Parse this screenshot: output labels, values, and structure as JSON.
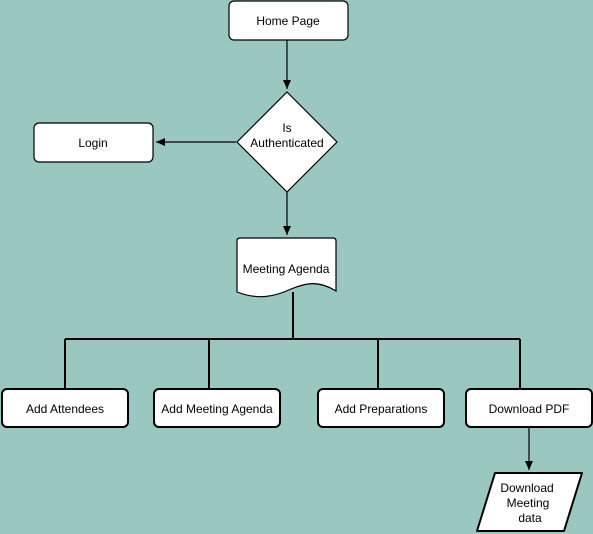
{
  "diagram": {
    "background_color": "#9ac7bf",
    "node_fill": "#ffffff",
    "stroke_color": "#000000",
    "nodes": {
      "home": {
        "label": "Home Page",
        "shape": "rounded-rectangle"
      },
      "auth": {
        "line1": "Is",
        "line2": "Authenticated",
        "shape": "diamond"
      },
      "login": {
        "label": "Login",
        "shape": "rounded-rectangle"
      },
      "agenda": {
        "label": "Meeting Agenda",
        "shape": "document"
      },
      "attendees": {
        "label": "Add Attendees",
        "shape": "rounded-rectangle"
      },
      "add_agenda": {
        "label": "Add Meeting Agenda",
        "shape": "rounded-rectangle"
      },
      "preparations": {
        "label": "Add Preparations",
        "shape": "rounded-rectangle"
      },
      "pdf": {
        "label": "Download PDF",
        "shape": "rounded-rectangle"
      },
      "download_data": {
        "line1": "Download",
        "line2": "Meeting",
        "line3": "data",
        "shape": "parallelogram"
      }
    }
  }
}
